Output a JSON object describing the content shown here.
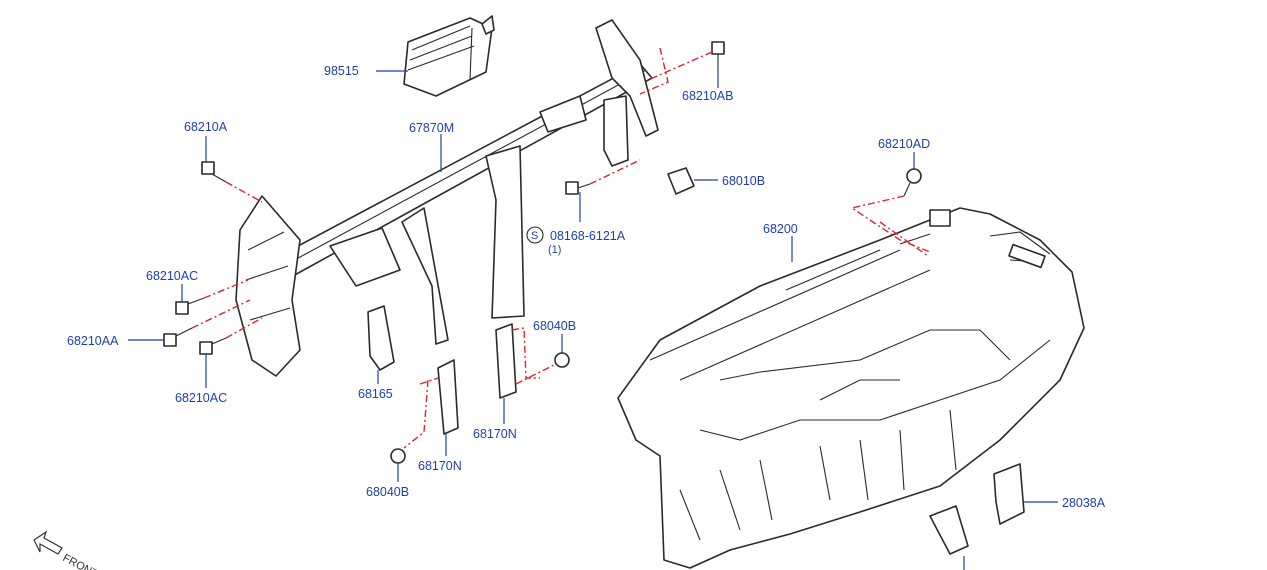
{
  "part_labels": {
    "p98515": "98515",
    "p68210AB": "68210AB",
    "p68210A": "68210A",
    "p67870M": "67870M",
    "p68010B": "68010B",
    "p68210AD": "68210AD",
    "p08168": "08168-6121A",
    "p08168_qty": "(1)",
    "p08168_symbol": "S",
    "p68200": "68200",
    "p68210AC_top": "68210AC",
    "p68210AA": "68210AA",
    "p68210AC_bottom": "68210AC",
    "p68040B_right": "68040B",
    "p68165": "68165",
    "p68170N_right": "68170N",
    "p68170N_left": "68170N",
    "p68040B_left": "68040B",
    "p28038A": "28038A"
  },
  "front_indicator": "FRONT",
  "colors": {
    "label_blue": "#1f3fb0",
    "dash_red": "#e0242c",
    "outline": "#2a2a2a"
  }
}
